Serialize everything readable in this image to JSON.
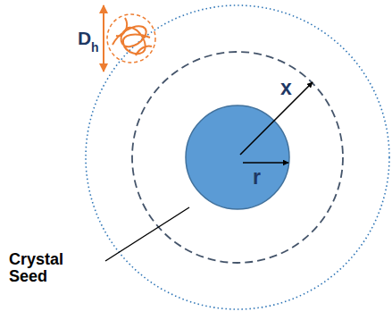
{
  "diagram": {
    "labels": [
      "D",
      "h",
      "x",
      "r",
      "Crystal Seed"
    ]
  }
}
